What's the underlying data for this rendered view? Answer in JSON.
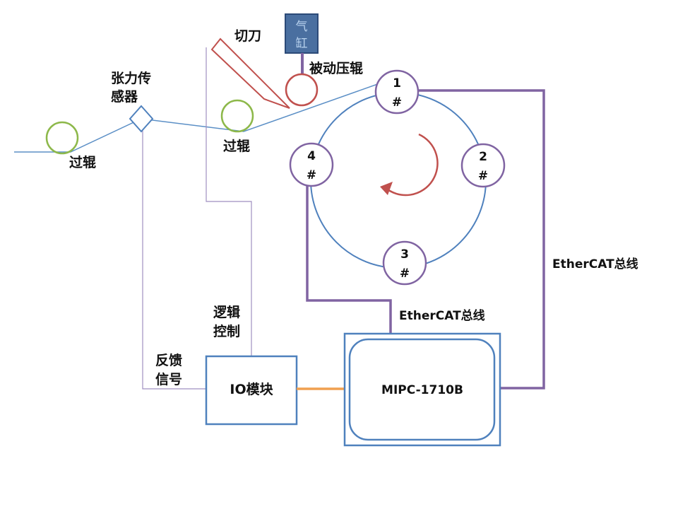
{
  "colors": {
    "web_line": "#5b8fc6",
    "purple_bus": "#8064a2",
    "green_roller": "#8db84a",
    "red": "#c0504d",
    "box_border": "#4f81bd",
    "orange_link": "#f0a050",
    "cylinder_fill": "#4a6fa0"
  },
  "labels": {
    "cutter": "切刀",
    "cylinder_line1": "气",
    "cylinder_line2": "缸",
    "passive_roller": "被动压辊",
    "tension_sensor_line1": "张力传",
    "tension_sensor_line2": "感器",
    "idler_left": "过辊",
    "idler_mid": "过辊",
    "logic_control_line1": "逻辑",
    "logic_control_line2": "控制",
    "feedback_line1": "反馈",
    "feedback_line2": "信号",
    "io_module": "IO模块",
    "controller": "MIPC-1710B",
    "ethercat_right": "EtherCAT总线",
    "ethercat_bottom": "EtherCAT总线"
  },
  "axes": [
    {
      "num": "1",
      "mark": "#"
    },
    {
      "num": "2",
      "mark": "#"
    },
    {
      "num": "3",
      "mark": "#"
    },
    {
      "num": "4",
      "mark": "#"
    }
  ]
}
